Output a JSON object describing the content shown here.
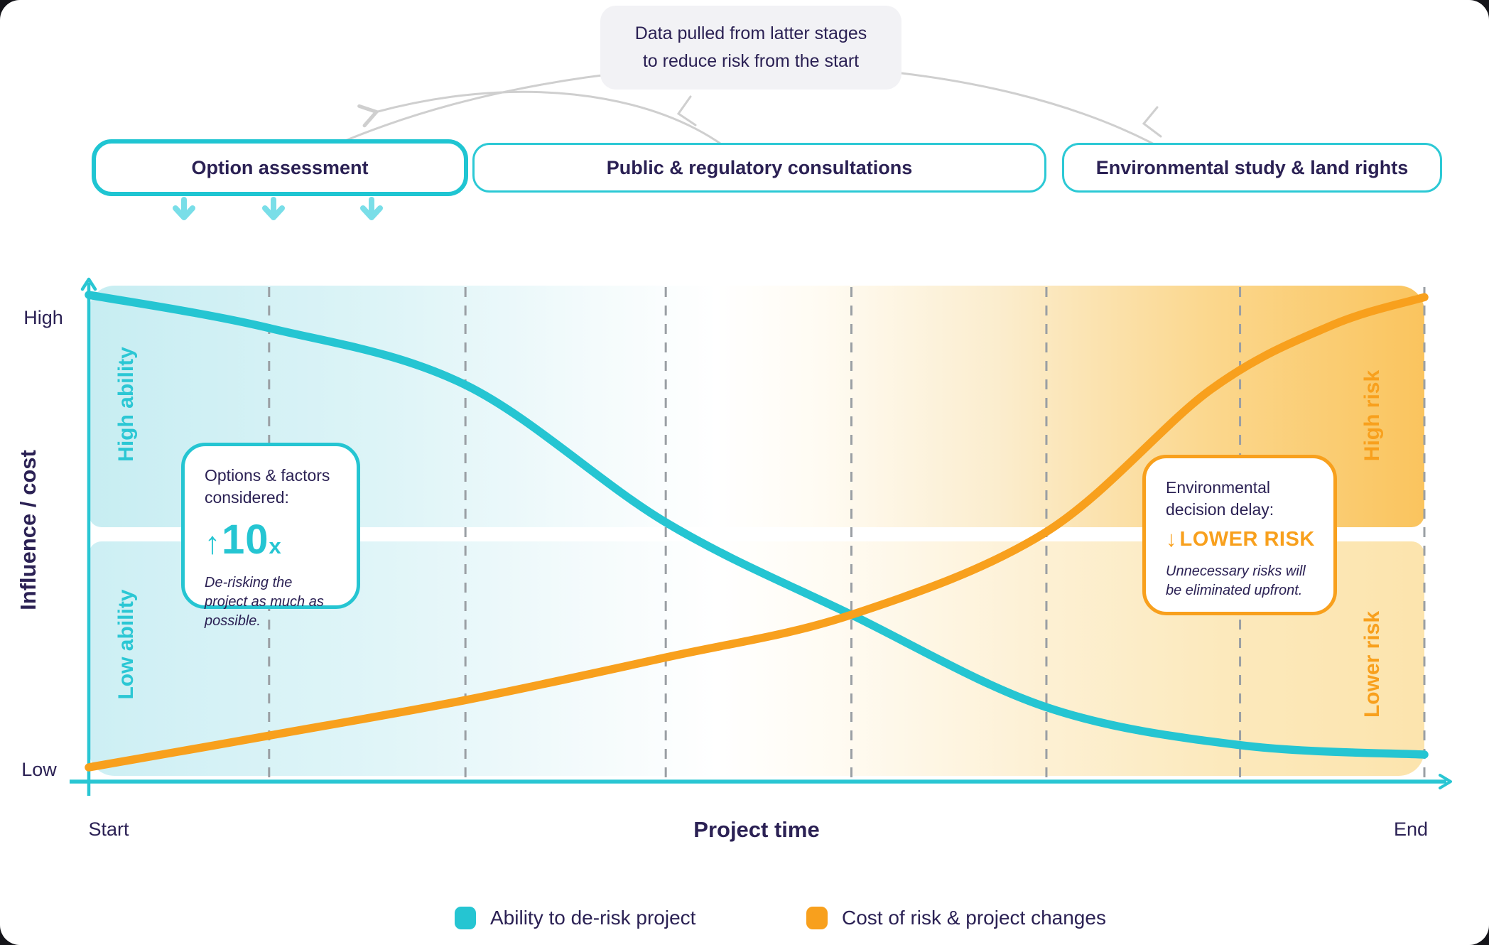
{
  "header": {
    "callout_line1": "Data pulled from latter stages",
    "callout_line2": "to reduce risk from the start"
  },
  "stages": [
    {
      "label": "Option assessment"
    },
    {
      "label": "Public & regulatory consultations"
    },
    {
      "label": "Environmental study & land rights"
    }
  ],
  "axes": {
    "y_label": "Influence / cost",
    "y_top": "High",
    "y_bottom": "Low",
    "x_label": "Project time",
    "x_start": "Start",
    "x_end": "End"
  },
  "zones": {
    "top_left": "High ability",
    "bottom_left": "Low ability",
    "top_right": "High risk",
    "bottom_right": "Lower risk"
  },
  "callout_teal": {
    "title": "Options & factors considered:",
    "arrow": "↑",
    "big": "10",
    "suffix": "x",
    "note": "De-risking the project as much as possible."
  },
  "callout_orange": {
    "title": "Environmental decision delay:",
    "arrow": "↓",
    "big": "LOWER RISK",
    "note": "Unnecessary risks will be eliminated upfront."
  },
  "legend": [
    {
      "label": "Ability to de-risk project",
      "color": "#25C5D2"
    },
    {
      "label": "Cost of risk & project changes",
      "color": "#F8A01D"
    }
  ],
  "colors": {
    "teal": "#25C5D2",
    "orange": "#F8A01D",
    "navy": "#2B2154",
    "gridline_gray": "#9A9FA4",
    "connector_gray": "#CFCFCF",
    "band_teal": "#C7EDF2",
    "band_orange_high": "#FAC45E",
    "band_orange_low": "#FCE4AD"
  },
  "chart_data": {
    "type": "line",
    "title": "",
    "xlabel": "Project time",
    "ylabel": "Influence / cost",
    "x_axis": {
      "start_label": "Start",
      "end_label": "End",
      "range": [
        0,
        1
      ]
    },
    "y_axis": {
      "bottom_label": "Low",
      "top_label": "High",
      "range": [
        0,
        1
      ]
    },
    "grid": "dashed-vertical",
    "legend_position": "bottom-center",
    "gridlines_x": [
      0.135,
      0.282,
      0.432,
      0.571,
      0.717,
      0.862,
      1.0
    ],
    "series": [
      {
        "name": "Ability to de-risk project",
        "color": "#25C5D2",
        "x": [
          0,
          0.135,
          0.282,
          0.432,
          0.571,
          0.717,
          0.862,
          1.0
        ],
        "y": [
          1.0,
          0.93,
          0.81,
          0.52,
          0.325,
          0.13,
          0.05,
          0.03
        ]
      },
      {
        "name": "Cost of risk & project changes",
        "color": "#F8A01D",
        "x": [
          0,
          0.135,
          0.282,
          0.432,
          0.571,
          0.717,
          0.84,
          0.93,
          1.0
        ],
        "y": [
          0.003,
          0.07,
          0.145,
          0.235,
          0.325,
          0.5,
          0.8,
          0.935,
          0.995
        ]
      }
    ],
    "annotations": [
      "Options & factors considered: ↑10x — De-risking the project as much as possible.",
      "Environmental decision delay: ↓LOWER RISK — Unnecessary risks will be eliminated upfront.",
      "Data pulled from latter stages to reduce risk from the start"
    ]
  }
}
